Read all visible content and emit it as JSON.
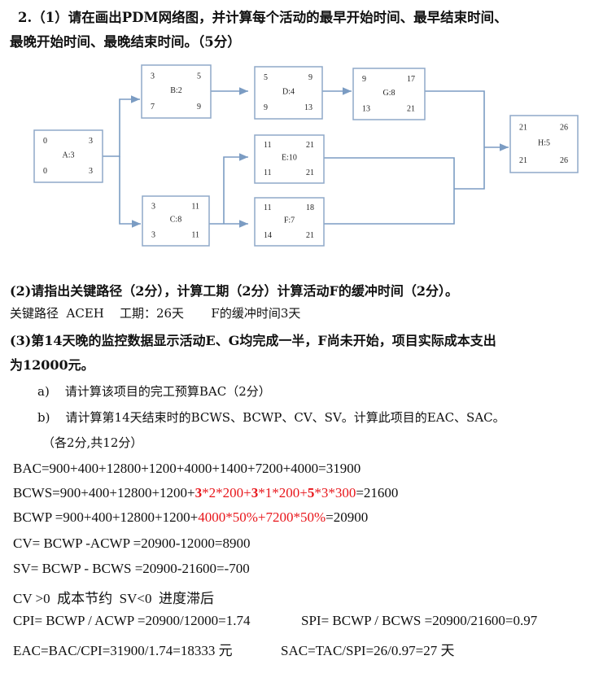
{
  "question": {
    "line1": "2.（1）请在画出PDM网络图，并计算每个活动的最早开始时间、最早结束时间、",
    "line2": "最晚开始时间、最晚结束时间。（5分）"
  },
  "nodes": {
    "A": {
      "label": "A:3",
      "es": "0",
      "ef": "3",
      "ls": "0",
      "lf": "3"
    },
    "B": {
      "label": "B:2",
      "es": "3",
      "ef": "5",
      "ls": "7",
      "lf": "9"
    },
    "C": {
      "label": "C:8",
      "es": "3",
      "ef": "11",
      "ls": "3",
      "lf": "11"
    },
    "D": {
      "label": "D:4",
      "es": "5",
      "ef": "9",
      "ls": "9",
      "lf": "13"
    },
    "E": {
      "label": "E:10",
      "es": "11",
      "ef": "21",
      "ls": "11",
      "lf": "21"
    },
    "F": {
      "label": "F:7",
      "es": "11",
      "ef": "18",
      "ls": "14",
      "lf": "21"
    },
    "G": {
      "label": "G:8",
      "es": "9",
      "ef": "17",
      "ls": "13",
      "lf": "21"
    },
    "H": {
      "label": "H:5",
      "es": "21",
      "ef": "26",
      "ls": "21",
      "lf": "26"
    }
  },
  "part2": {
    "question": "(2)请指出关键路径（2分），计算工期（2分）计算活动F的缓冲时间（2分）。",
    "answer": "关键路径  ACEH    工期：26天       F的缓冲时间3天"
  },
  "part3": {
    "line1": "(3)第14天晚的监控数据显示活动E、G均完成一半，F尚未开始，项目实际成本支出",
    "line2": "为12000元。",
    "a": "a)    请计算该项目的完工预算BAC（2分）",
    "b1": "b)    请计算第14天结束时的BCWS、BCWP、CV、SV。计算此项目的EAC、SAC。",
    "b2": "（各2分,共12分）"
  },
  "answers": {
    "bac": "BAC=900+400+12800+1200+4000+1400+7200+4000=31900",
    "bcws": {
      "p1": "BCWS=900+400+12800+1200+",
      "r1": "3",
      "r2": "*2*200+",
      "r3": "3",
      "r4": "*1*200+",
      "r5": "5",
      "r6": "*3*300",
      "p2": "=21600"
    },
    "bcwp": {
      "p1": "BCWP =900+400+12800+1200+",
      "r1": "4000*50%+7200*50%",
      "p2": "=20900"
    },
    "cv": "CV= BCWP -ACWP =20900-12000=8900",
    "sv": "SV= BCWP - BCWS =20900-21600=-700",
    "status": "CV >0  成本节约  SV<0  进度滞后",
    "cpi": "CPI= BCWP / ACWP =20900/12000=1.74",
    "spi": "SPI= BCWP / BCWS =20900/21600=0.97",
    "eac": "EAC=BAC/CPI=31900/1.74=18333 元",
    "sac": "SAC=TAC/SPI=26/0.97=27 天"
  },
  "colors": {
    "line": "#7b9cc3",
    "red": "#e8161b"
  }
}
